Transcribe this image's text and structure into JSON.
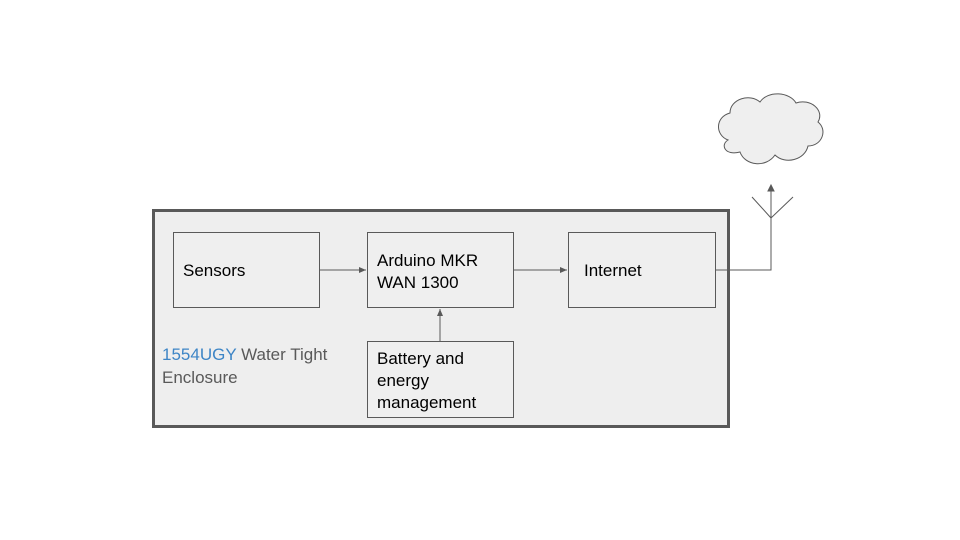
{
  "diagram": {
    "blocks": {
      "sensors": "Sensors",
      "arduino": "Arduino MKR\nWAN 1300",
      "internet": "Internet",
      "battery": "Battery and\nenergy\nmanagement"
    },
    "enclosure": {
      "model": "1554UGY",
      "label": " Water Tight Enclosure"
    },
    "icons": [
      "antenna-icon",
      "cloud-icon"
    ],
    "colors": {
      "enclosure_border": "#595959",
      "enclosure_fill": "#eeeeee",
      "model_text": "#3d85c6",
      "label_text": "#595959"
    }
  }
}
